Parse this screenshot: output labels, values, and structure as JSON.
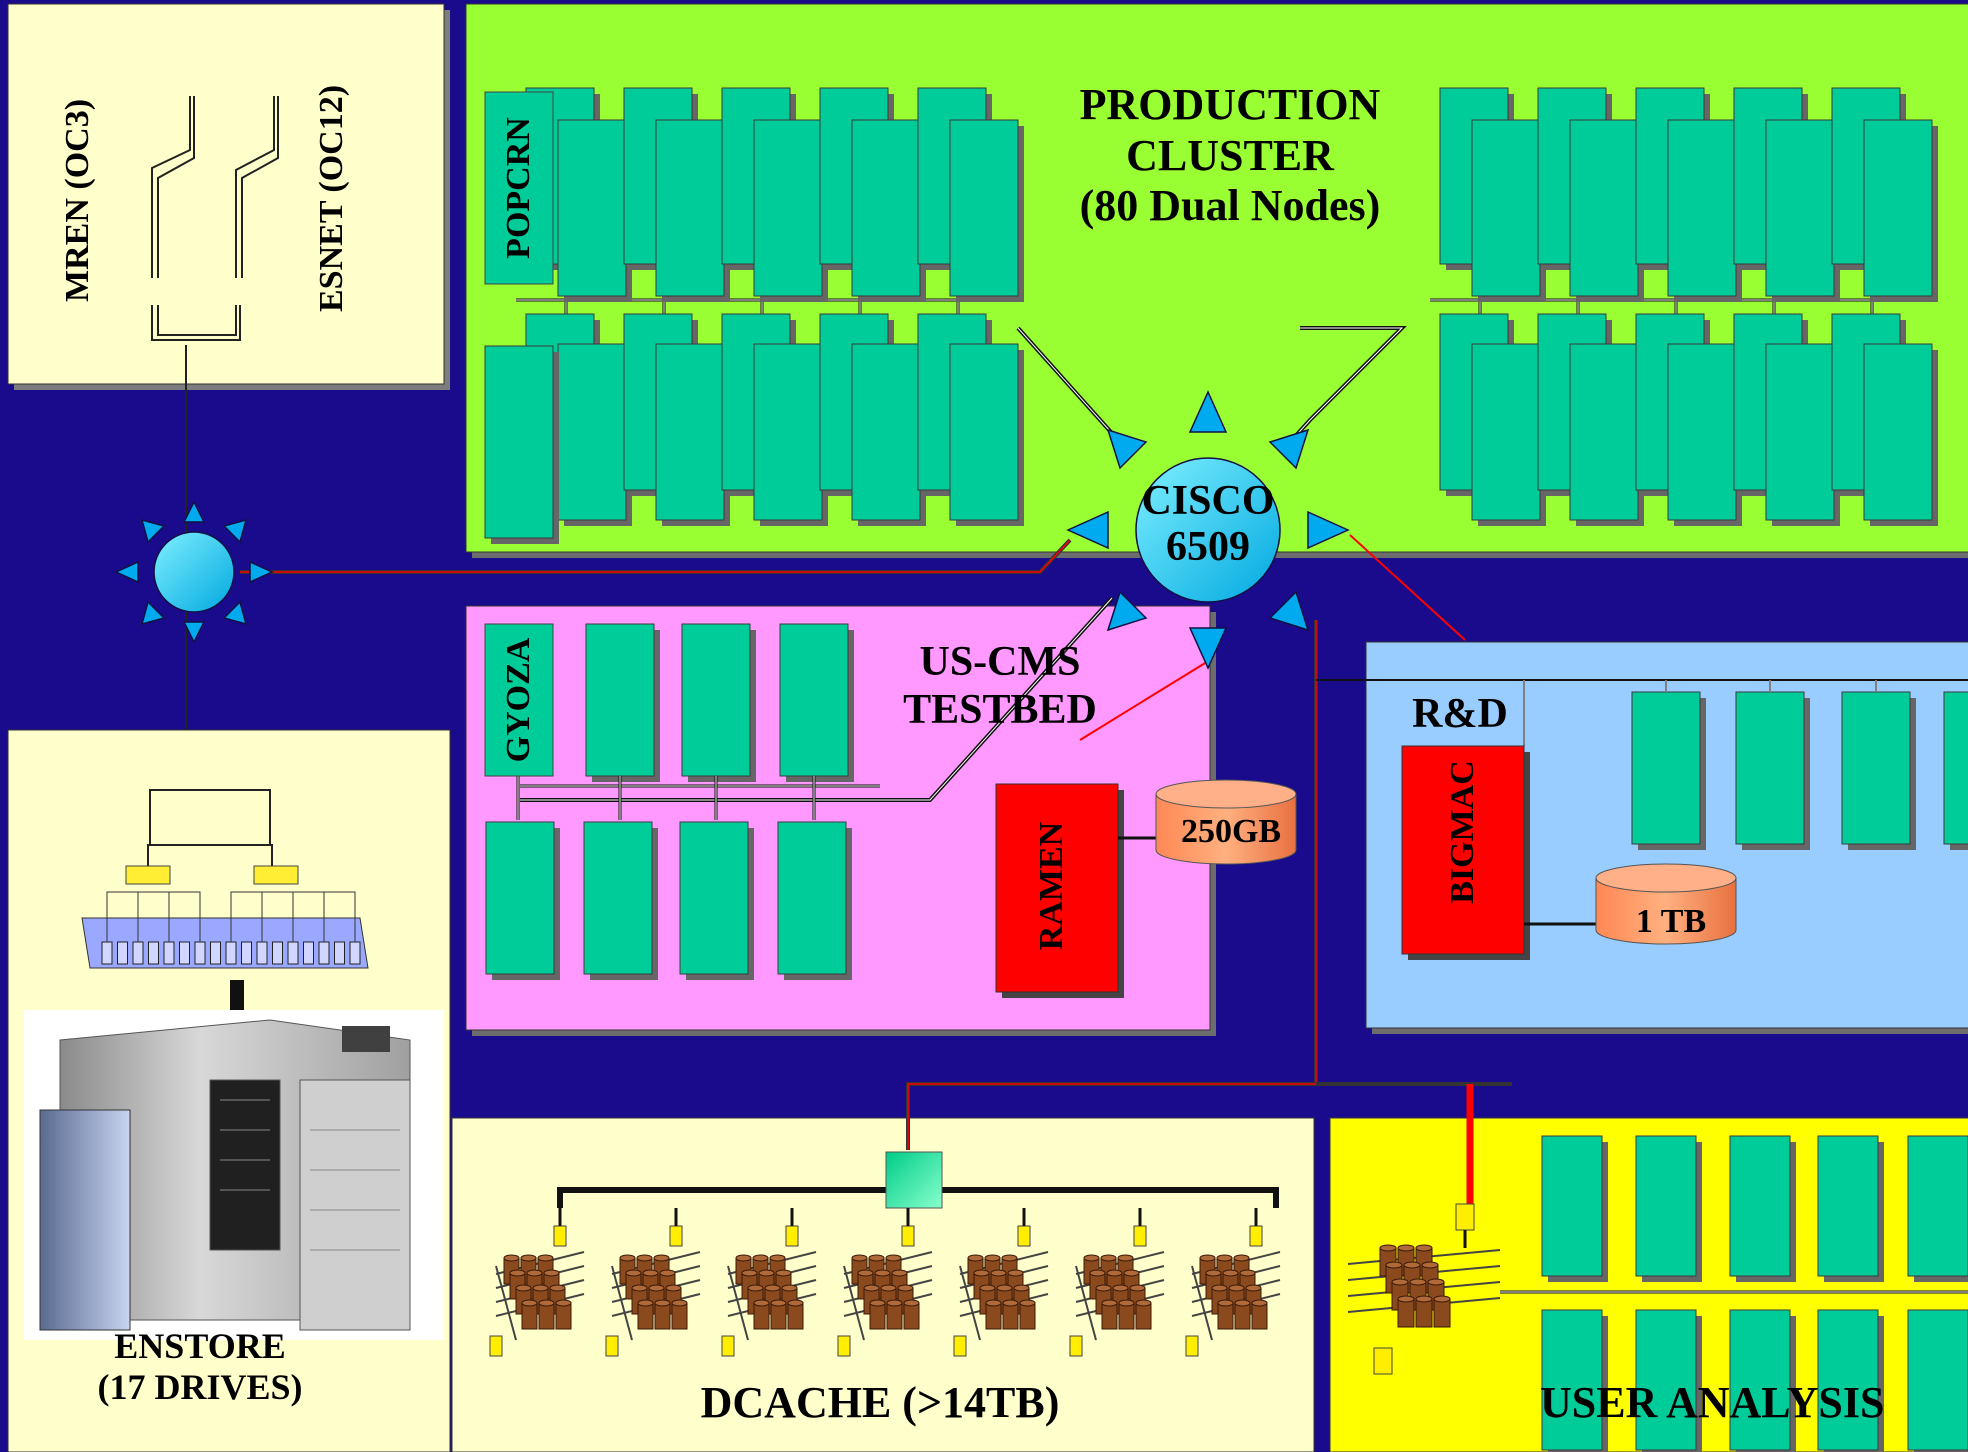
{
  "wan": {
    "mren": "MREN (OC3)",
    "esnet": "ESNET (OC12)"
  },
  "production": {
    "title_line1": "PRODUCTION",
    "title_line2": "CLUSTER",
    "title_line3": "(80 Dual Nodes)",
    "popcrn": "POPCRN"
  },
  "cisco": {
    "line1": "CISCO",
    "line2": "6509"
  },
  "testbed": {
    "title_line1": "US-CMS",
    "title_line2": "TESTBED",
    "gyoza": "GYOZA",
    "ramen": "RAMEN",
    "disk": "250GB"
  },
  "rnd": {
    "title": "R&D",
    "bigmac": "BIGMAC",
    "disk": "1 TB"
  },
  "enstore": {
    "line1": "ENSTORE",
    "line2": "(17 DRIVES)"
  },
  "dcache": {
    "title": "DCACHE (>14TB)"
  },
  "user_analysis": {
    "title": "USER ANALYSIS"
  },
  "colors": {
    "background": "#1a0a8c",
    "production_panel": "#99ff33",
    "testbed_panel": "#ff99ff",
    "rnd_panel": "#99ccff",
    "cream_panel": "#ffffcc",
    "user_panel": "#ffff00",
    "node": "#00cc99",
    "server": "#ff0000",
    "disk": "#ff9966",
    "hub": "#00ccff",
    "link_red": "#ff0000"
  }
}
